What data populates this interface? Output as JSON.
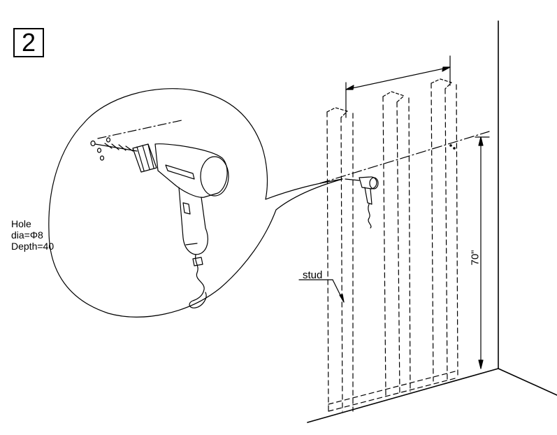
{
  "step": {
    "number": "2"
  },
  "hole_note": {
    "line1": "Hole",
    "line2": "dia=Φ8",
    "line3": "Depth=40"
  },
  "stud_label": "stud",
  "height_dimension": "70\""
}
